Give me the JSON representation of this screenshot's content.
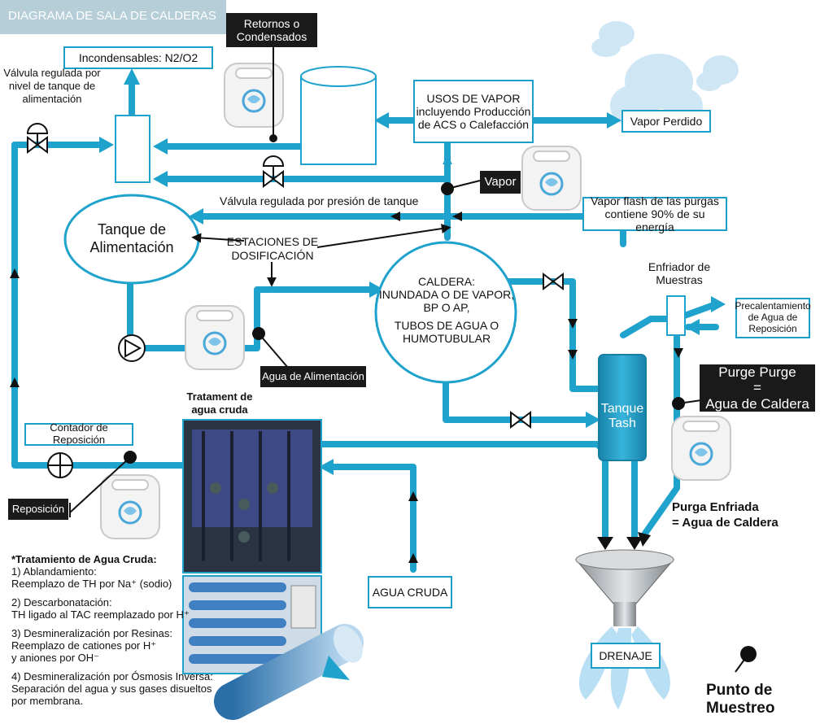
{
  "header": {
    "title": "DIAGRAMA DE SALA DE CALDERAS"
  },
  "labels": {
    "incondensables": "Incondensables: N2/O2",
    "retornos": "Retornos o Condensados",
    "valvula_nivel": "Válvula regulada por nivel de tanque de alimentación",
    "usos_vapor_1": "USOS DE VAPOR",
    "usos_vapor_2": "incluyendo Producción",
    "usos_vapor_3": "de ACS o Calefacción",
    "vapor_perdido": "Vapor Perdido",
    "vapor": "Vapor",
    "valvula_presion": "Válvula regulada por presión de tanque",
    "vapor_flash_1": "Vapor flash de las purgas",
    "vapor_flash_2": "contiene 90% de su energía",
    "tanque_alimentacion_1": "Tanque de",
    "tanque_alimentacion_2": "Alimentación",
    "estaciones_1": "ESTACIONES DE",
    "estaciones_2": "DOSIFICACIÓN",
    "caldera_1": "CALDERA:",
    "caldera_2": "INUNDADA O DE VAPOR,",
    "caldera_3": "BP O AP,",
    "caldera_4": "TUBOS DE AGUA O",
    "caldera_5": "HUMOTUBULAR",
    "enfriador_1": "Enfriador de",
    "enfriador_2": "Muestras",
    "precalentamiento_1": "Precalentamiento",
    "precalentamiento_2": "de Agua de",
    "precalentamiento_3": "Reposición",
    "agua_alimentacion": "Agua de Alimentación",
    "purge_1": "Purge Purge",
    "purge_2": "=",
    "purge_3": "Agua de Caldera",
    "tanque_tash_1": "Tanque",
    "tanque_tash_2": "Tash",
    "tratamiento_1": "Tratament de",
    "tratamiento_2": "agua cruda",
    "contador": "Contador de Reposición",
    "reposicion": "Reposición",
    "purga_enfriada_1": "Purga Enfriada",
    "purga_enfriada_2": "= Agua de Caldera",
    "agua_cruda": "AGUA CRUDA",
    "drenaje": "DRENAJE",
    "punto_1": "Punto de",
    "punto_2": "Muestreo"
  },
  "notes": {
    "title": "*Tratamiento de Agua Cruda:",
    "items": [
      {
        "h": "1) Ablandamiento:",
        "d": "Reemplazo de TH por Na⁺ (sodio)"
      },
      {
        "h": "2) Descarbonatación:",
        "d": "TH ligado al TAC reemplazado por H⁺"
      },
      {
        "h": "3) Desmineralización por Resinas:",
        "d": "Reemplazo de cationes por H⁺",
        "d2": "y aniones por OH⁻"
      },
      {
        "h": "4) Desmineralización por Ósmosis Inversa:",
        "d": "Separación del agua y sus gases disueltos",
        "d2": "por membrana."
      }
    ]
  },
  "colors": {
    "pipe": "#1fa3cc",
    "pipe_dark": "#157fa3",
    "accent": "#0a0a0a",
    "header_bg": "#b6ced8"
  }
}
